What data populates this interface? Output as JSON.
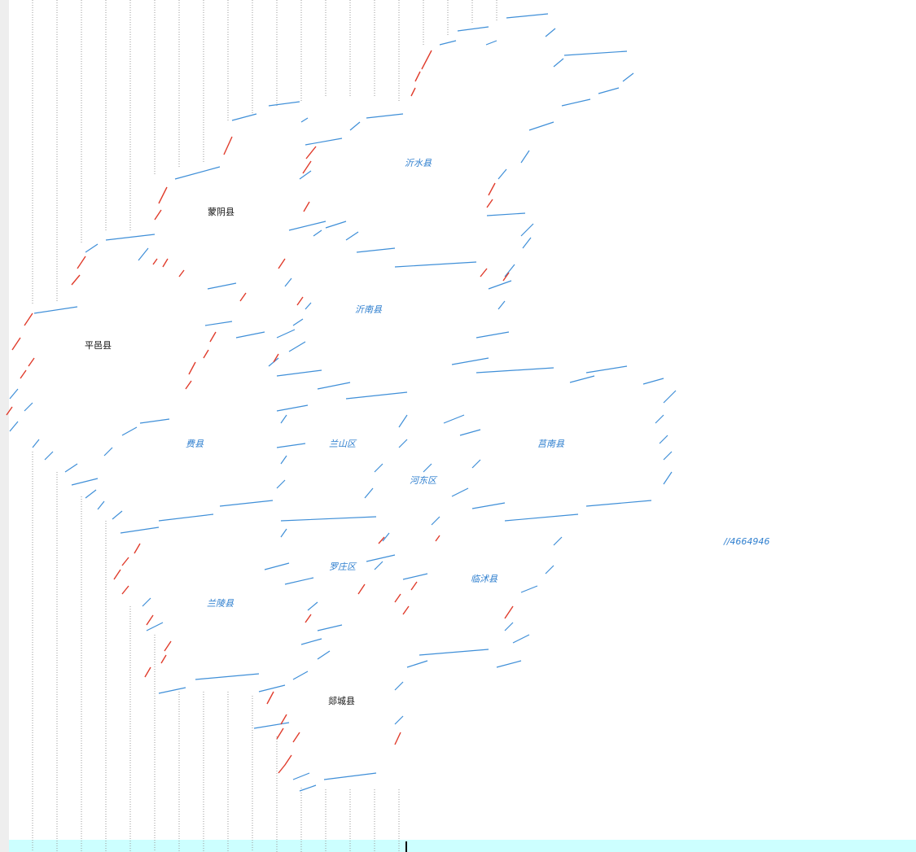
{
  "editor": {
    "caret_line_color": "#ccffff",
    "colors": {
      "guide": "#9a9a9a",
      "stroke_blue": "#3f8fd8",
      "stroke_red": "#e03c2c",
      "label_blue": "#2f7fcf",
      "label_black": "#111111"
    }
  },
  "regions": [
    {
      "name": "沂水县",
      "style": "blue"
    },
    {
      "name": "蒙阴县",
      "style": "black"
    },
    {
      "name": "沂南县",
      "style": "blue"
    },
    {
      "name": "平邑县",
      "style": "black"
    },
    {
      "name": "费县",
      "style": "blue"
    },
    {
      "name": "兰山区",
      "style": "blue"
    },
    {
      "name": "莒南县",
      "style": "blue"
    },
    {
      "name": "河东区",
      "style": "blue"
    },
    {
      "name": "罗庄区",
      "style": "blue"
    },
    {
      "name": "临沭县",
      "style": "blue"
    },
    {
      "name": "兰陵县",
      "style": "blue"
    },
    {
      "name": "郯城县",
      "style": "black"
    }
  ],
  "comment": "//4664946"
}
